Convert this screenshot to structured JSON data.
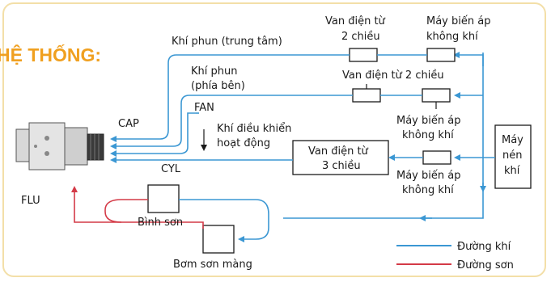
{
  "title": "HỆ THỐNG:",
  "labels": {
    "khi_phun_trung_tam": "Khí phun (trung tâm)",
    "khi_phun_phia_ben_1": "Khí phun",
    "khi_phun_phia_ben_2": "(phía bên)",
    "fan": "FAN",
    "cap": "CAP",
    "cyl": "CYL",
    "flu": "FLU",
    "khi_dieu_khien_1": "Khí điều khiển",
    "khi_dieu_khien_2": "hoạt động",
    "van_2chieu_top_1": "Van điện từ",
    "van_2chieu_top_2": "2 chiều",
    "van_2chieu_mid": "Van điện từ 2 chiều",
    "may_bien_ap_top_1": "Máy biến áp",
    "may_bien_ap_top_2": "không khí",
    "may_bien_ap_mid_1": "Máy biến áp",
    "may_bien_ap_mid_2": "không khí",
    "van_3chieu_1": "Van điện từ",
    "van_3chieu_2": "3 chiều",
    "may_bien_ap_low_1": "Máy biến áp",
    "may_bien_ap_low_2": "không khí",
    "may_nen_khi_1": "Máy",
    "may_nen_khi_2": "nén",
    "may_nen_khi_3": "khí",
    "binh_son": "Bình sơn",
    "bom_son_mang": "Bơm sơn màng"
  },
  "legend": {
    "air_line": "Đường khí",
    "paint_line": "Đường sơn"
  },
  "colors": {
    "air": "#3b97d3",
    "paint": "#d43a47",
    "title": "#f0a020",
    "frame": "#f3dfa8"
  }
}
